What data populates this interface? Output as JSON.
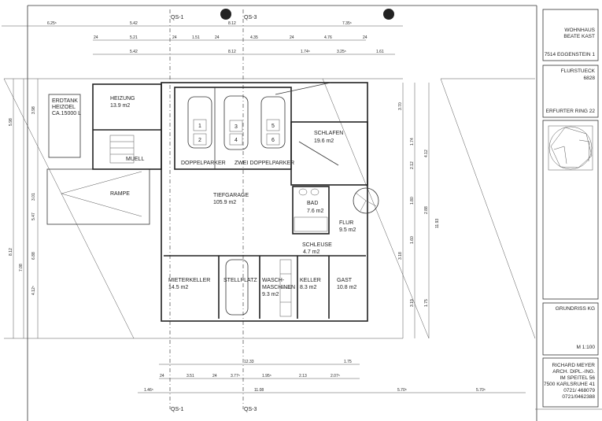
{
  "title_block": {
    "project_line1": "WOHNHAUS",
    "project_line2": "BEATE KAST",
    "location": "7514 EGGENSTEIN 1",
    "parcel_label": "FLURSTUECK",
    "parcel_number": "6828",
    "street": "ERFURTER RING 22",
    "drawing_title": "GRUNDRISS KG",
    "scale": "M 1:100",
    "architect": [
      "RICHARD MEYER",
      "ARCH. DIPL.-ING.",
      "IM SPEITEL 56",
      "7500 KARLSRUHE 41",
      "0721/ 468079",
      "0721/0462388"
    ]
  },
  "sections": {
    "qs1": "QS-1",
    "qs3": "QS-3"
  },
  "rooms": {
    "erdtank": [
      "ERDTANK",
      "HEIZOEL",
      "CA.15000 L"
    ],
    "heizung": [
      "HEIZUNG",
      "13.9 m2"
    ],
    "muell": "MUELL",
    "rampe": "RAMPE",
    "doppelparker": "DOPPELPARKER",
    "zwei_doppelparker": "ZWEI DOPPELPARKER",
    "tiefgarage": [
      "TIEFGARAGE",
      "105.9 m2"
    ],
    "schlafen": [
      "SCHLAFEN",
      "19.6 m2"
    ],
    "bad": [
      "BAD",
      "7.6 m2"
    ],
    "flur": [
      "FLUR",
      "9.5 m2"
    ],
    "schleuse": [
      "SCHLEUSE",
      "4.7 m2"
    ],
    "mieterkeller": [
      "MIETERKELLER",
      "14.5 m2"
    ],
    "stellplatz": "STELLPLATZ",
    "waschmaschinen": [
      "WASCH-",
      "MASCHINEN",
      "9.3 m2"
    ],
    "keller": [
      "KELLER",
      "8.3 m2"
    ],
    "gast": [
      "GAST",
      "10.8 m2"
    ],
    "parking_numbers": [
      "1",
      "2",
      "3",
      "4",
      "5",
      "6"
    ]
  },
  "dimensions": {
    "top_row1": [
      "6.25⁵",
      "5.42",
      "8.12",
      "7.35⁵"
    ],
    "top_row2": [
      "24",
      "5.21",
      "24",
      "1.51",
      "24",
      "4.35",
      "24",
      "4.76",
      "24"
    ],
    "top_row3": [
      "5.42",
      "8.12",
      "1.74⁵",
      "3.25⁵",
      "1.61"
    ],
    "bottom_row1": [
      "12.33",
      "1.75"
    ],
    "bottom_row2": [
      "24",
      "3.51",
      "24",
      "3.77⁵",
      "1.95⁵",
      "2.13",
      "2.07⁵"
    ],
    "bottom_row3": [
      "1.46⁵",
      "11.08",
      "5.70⁵",
      "5.70⁵"
    ],
    "left": [
      "5.98",
      "3.98",
      "3.01",
      "5.47",
      "6.88",
      "7.08",
      "4.12⁵",
      "8.12"
    ],
    "right": [
      "3.70",
      "1.74",
      "4.12",
      "2.12",
      "1.80",
      "2.88",
      "1.60",
      "3.18",
      "11.93",
      "3.19",
      "1.75"
    ]
  },
  "colors": {
    "ink": "#222222",
    "paper": "#ffffff"
  }
}
